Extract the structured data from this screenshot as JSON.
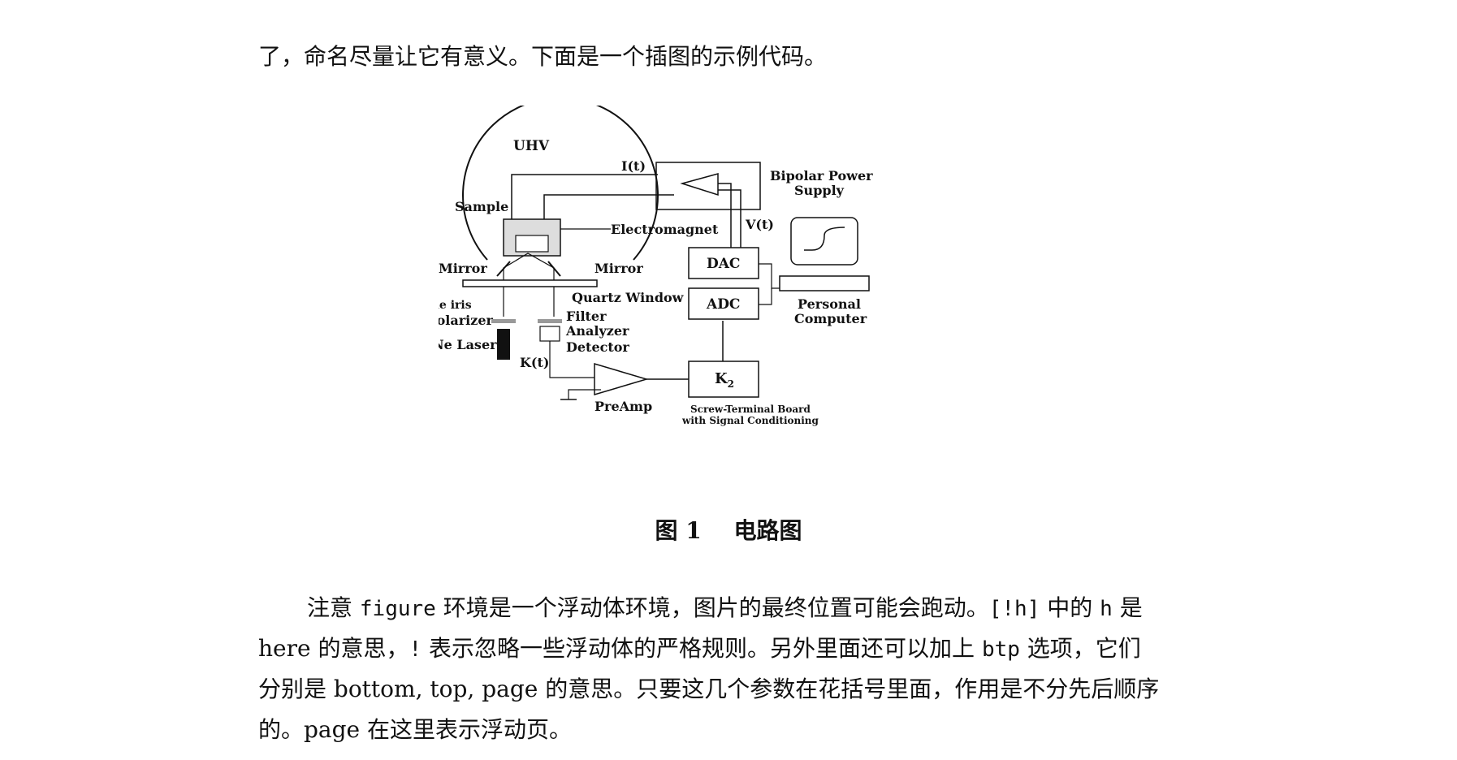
{
  "intro_line": "了，命名尽量让它有意义。下面是一个插图的示例代码。",
  "figure": {
    "labels": {
      "uhv": "UHV",
      "it": "I(t)",
      "bipolar1": "Bipolar  Power",
      "bipolar2": "Supply",
      "sample": "Sample",
      "electromagnet": "Electromagnet",
      "vt": "V(t)",
      "mirror_left": "Mirror",
      "mirror_right": "Mirror",
      "dac": "DAC",
      "quartz": "Quartz  Window",
      "pinhole": "pin-hole  iris",
      "polarizer": "Polarizer",
      "filter": "Filter",
      "analyzer": "Analyzer",
      "adc": "ADC",
      "pc1": "Personal",
      "pc2": "Computer",
      "laser": "He-Ne  Laser",
      "detector": "Detector",
      "kt": "K(t)",
      "k2": "K",
      "k2_sub": "2",
      "preamp": "PreAmp",
      "board1": "Screw-Terminal  Board",
      "board2": "with  Signal  Conditioning"
    }
  },
  "caption": {
    "number": "图 1",
    "title": "电路图"
  },
  "para": {
    "r1_a": "注意 ",
    "r1_code1": "figure",
    "r1_b": " 环境是一个浮动体环境，图片的最终位置可能会跑动。",
    "r1_code2": "[!h]",
    "r1_c": " 中的 ",
    "r1_code3": "h",
    "r1_d": " 是",
    "r2_a": "here 的意思，",
    "r2_code1": "!",
    "r2_b": " 表示忽略一些浮动体的严格规则。另外里面还可以加上 ",
    "r2_code2": "btp",
    "r2_c": " 选项，它们",
    "r3": "分别是 bottom, top, page 的意思。只要这几个参数在花括号里面，作用是不分先后顺序",
    "r4": "的。page 在这里表示浮动页。"
  }
}
